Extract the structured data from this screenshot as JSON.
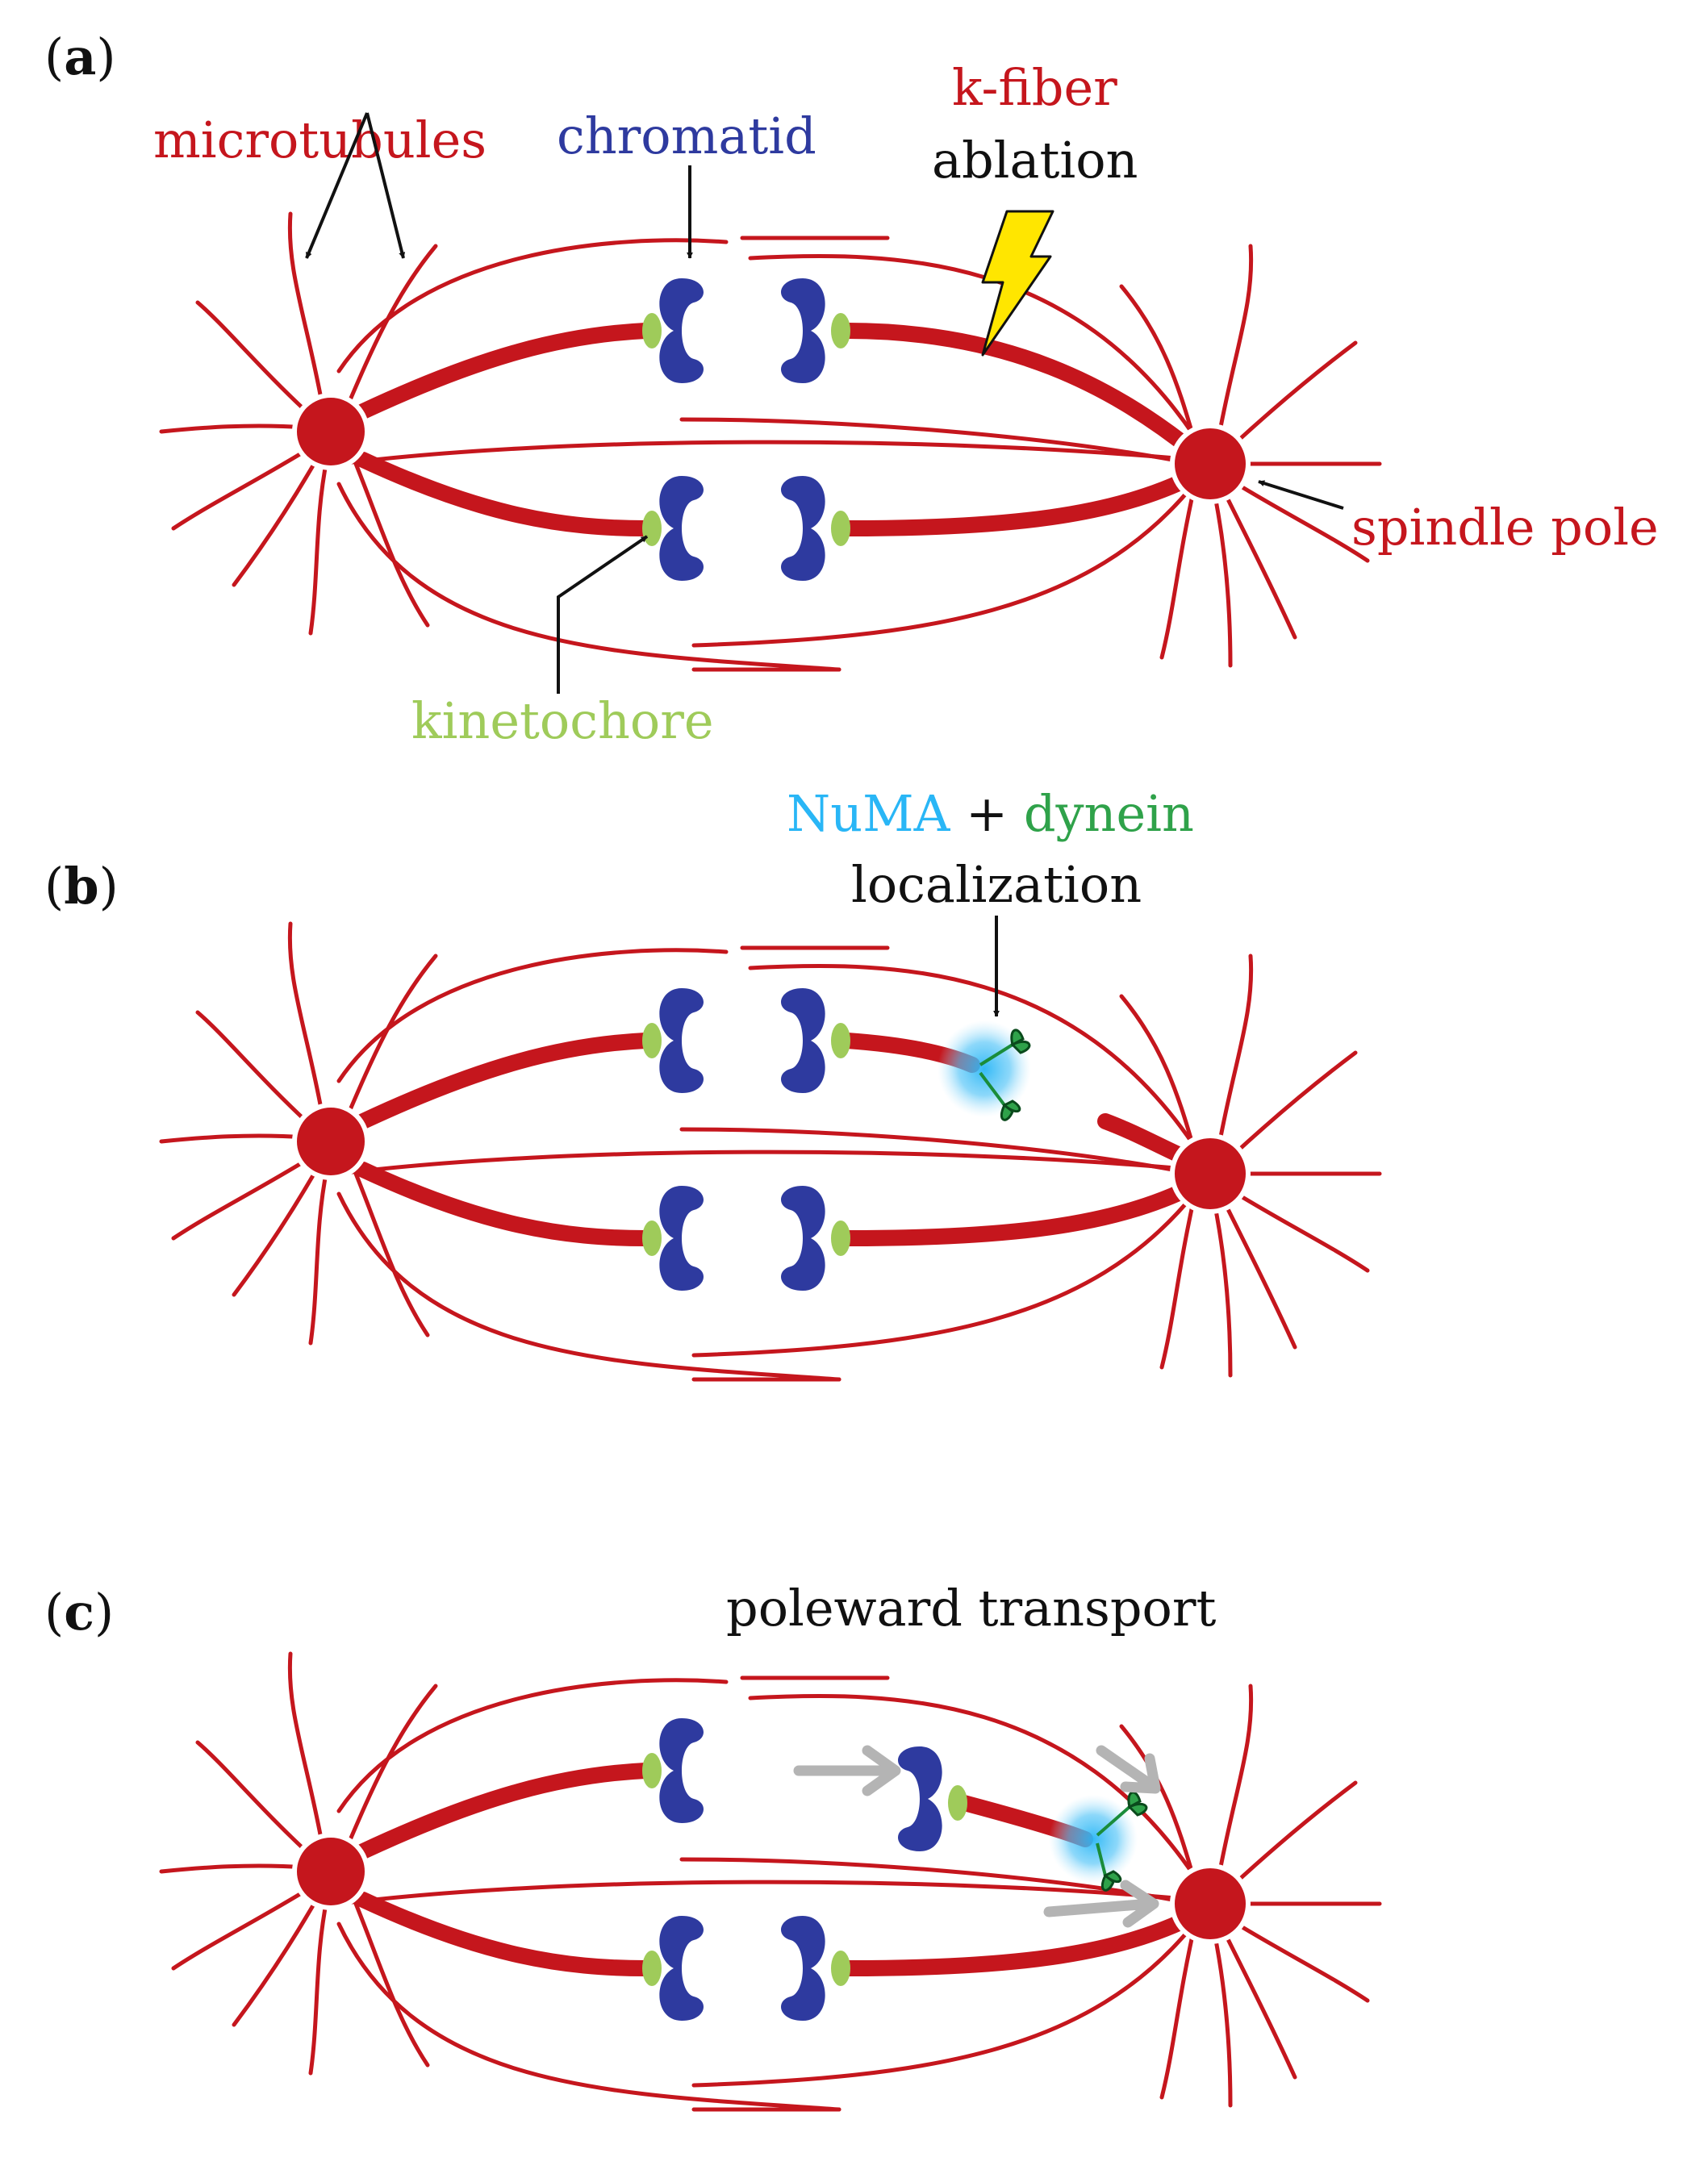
{
  "panels": [
    {
      "id": "a",
      "label": "a",
      "annotations": {
        "microtubules": "microtubules",
        "chromatid": "chromatid",
        "kfiber": "k-fiber",
        "ablation": "ablation",
        "spindle_pole": "spindle pole",
        "kinetochore": "kinetochore"
      }
    },
    {
      "id": "b",
      "label": "b",
      "annotations": {
        "numa": "NuMA",
        "plus": "+",
        "dynein": "dynein",
        "localization": "localization"
      }
    },
    {
      "id": "c",
      "label": "c",
      "annotations": {
        "poleward_transport": "poleward transport"
      }
    }
  ],
  "colors": {
    "microtubule": "#c5161d",
    "chromatid": "#2e3a9f",
    "kinetochore": "#9fcb5a",
    "numa": "#29b6f6",
    "dynein": "#2fa24a",
    "lightning": "#ffe600",
    "transport_arrow": "#b4b4b4",
    "text": "#111111"
  },
  "icons": [
    "lightning-bolt-icon",
    "dynein-motor-icon",
    "numa-glow-icon",
    "poleward-arrow-icon"
  ]
}
